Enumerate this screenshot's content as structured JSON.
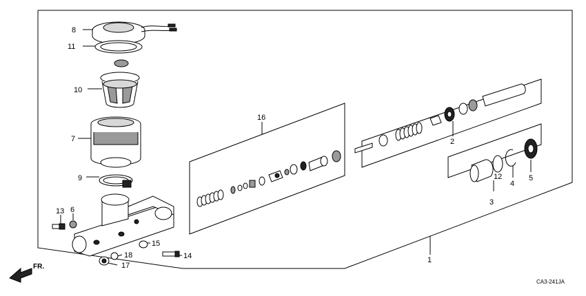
{
  "diagram": {
    "callouts": {
      "c1": "1",
      "c2": "2",
      "c3": "3",
      "c4": "4",
      "c5": "5",
      "c6": "6",
      "c7": "7",
      "c8": "8",
      "c9": "9",
      "c10": "10",
      "c11": "11",
      "c12": "12",
      "c13": "13",
      "c14": "14",
      "c15": "15",
      "c16": "16",
      "c17": "17",
      "c18": "18"
    },
    "direction_label": "FR.",
    "diagram_code": "CA3-241JA"
  }
}
